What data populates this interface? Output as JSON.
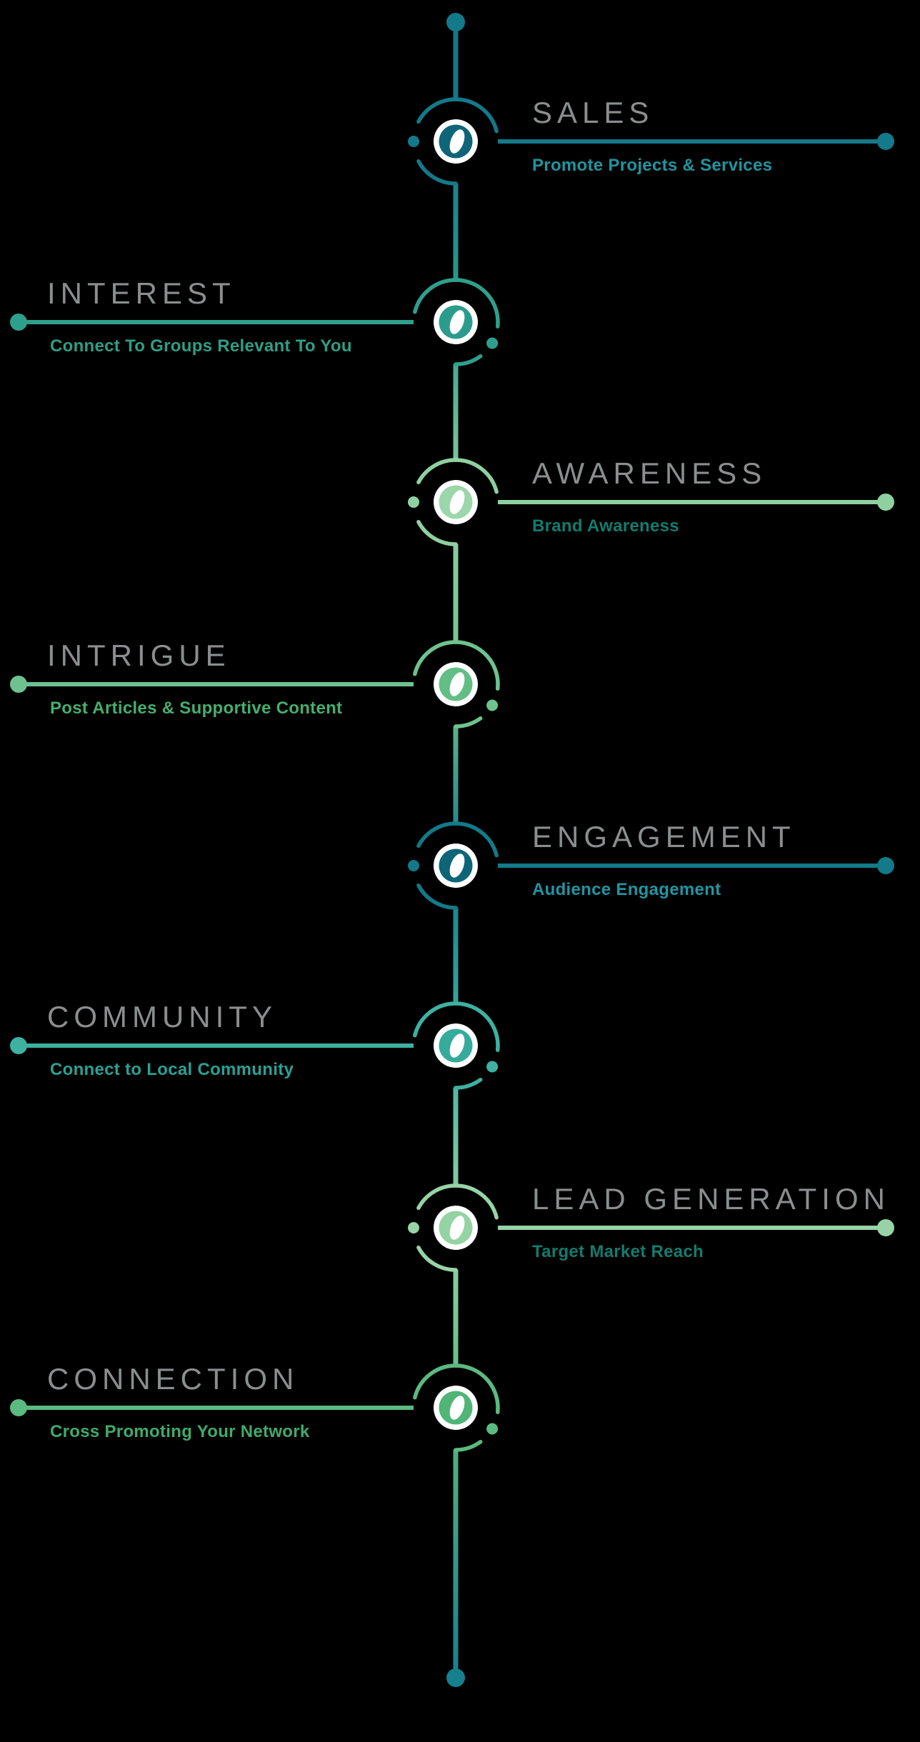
{
  "background_color": "#000000",
  "title_color": "#8a8e8f",
  "node_ring_color": "#ffffff",
  "timeline": {
    "top_dot_color": "#14798a",
    "bottom_dot_color": "#16808f",
    "items": [
      {
        "title": "SALES",
        "subtitle": "Promote Projects & Services",
        "side": "right",
        "line_color": "#14798a",
        "disc_color": "#0e6577",
        "subtitle_color": "#1f95a0"
      },
      {
        "title": "INTEREST",
        "subtitle": "Connect To Groups Relevant To You",
        "side": "left",
        "line_color": "#2f9f8d",
        "disc_color": "#2b9c8c",
        "subtitle_color": "#2f9e86"
      },
      {
        "title": "AWARENESS",
        "subtitle": "Brand Awareness",
        "side": "right",
        "line_color": "#8fd0a1",
        "disc_color": "#9cd6ab",
        "subtitle_color": "#127c6e"
      },
      {
        "title": "INTRIGUE",
        "subtitle": "Post Articles & Supportive Content",
        "side": "left",
        "line_color": "#6ec290",
        "disc_color": "#62be85",
        "subtitle_color": "#46ae6d"
      },
      {
        "title": "ENGAGEMENT",
        "subtitle": "Audience Engagement",
        "side": "right",
        "line_color": "#127a88",
        "disc_color": "#0d6577",
        "subtitle_color": "#2095a2"
      },
      {
        "title": "COMMUNITY",
        "subtitle": "Connect to Local Community",
        "side": "left",
        "line_color": "#3eb1a1",
        "disc_color": "#36ab9c",
        "subtitle_color": "#2ba093"
      },
      {
        "title": "LEAD GENERATION",
        "subtitle": "Target Market Reach",
        "side": "right",
        "line_color": "#97d3a6",
        "disc_color": "#95d3a5",
        "subtitle_color": "#157a6d"
      },
      {
        "title": "CONNECTION",
        "subtitle": "Cross Promoting Your Network",
        "side": "left",
        "line_color": "#5aba80",
        "disc_color": "#50b577",
        "subtitle_color": "#41aa6b"
      }
    ]
  }
}
